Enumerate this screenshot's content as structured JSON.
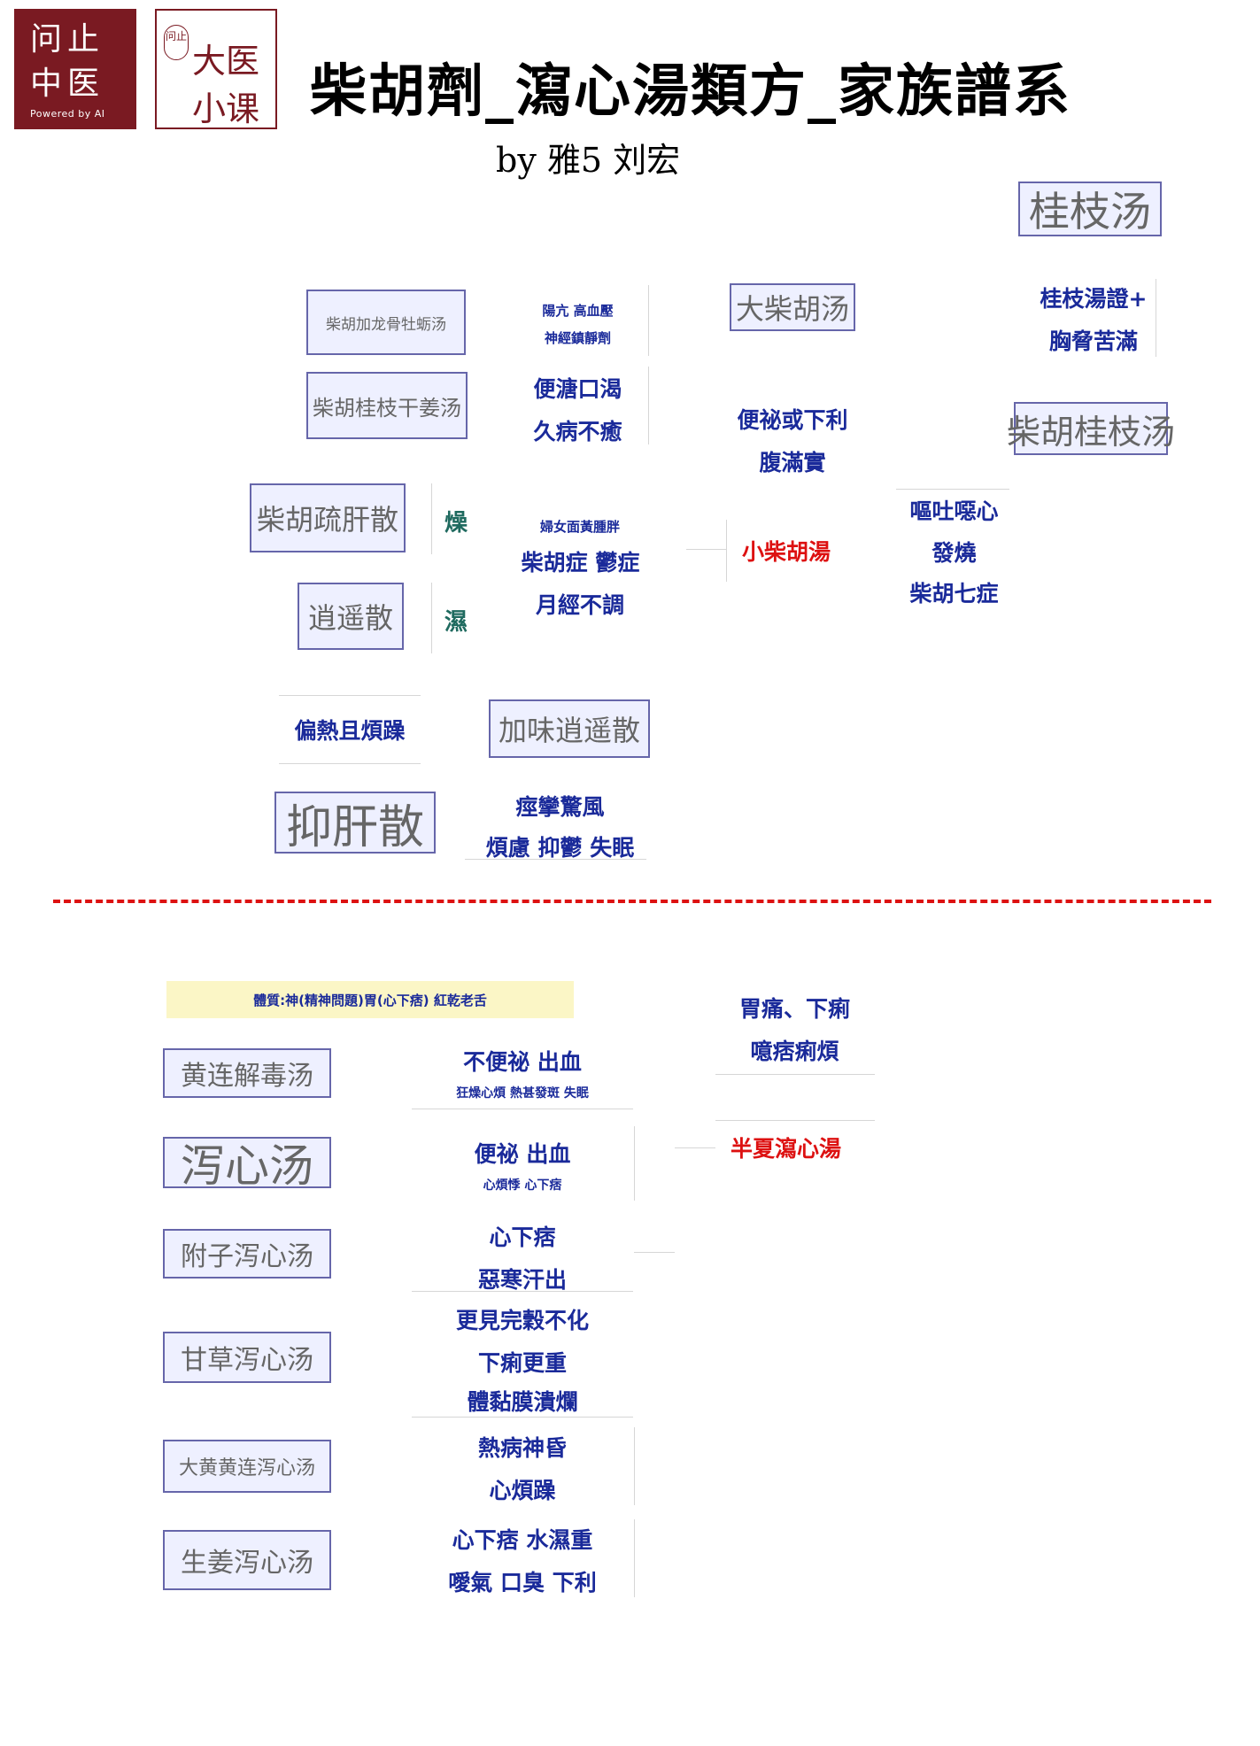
{
  "header": {
    "logo_left": {
      "line1": "问止",
      "line2": "中医",
      "tagline": "Powered by AI"
    },
    "logo_right": {
      "seal": "问止",
      "line1": "大医",
      "line2": "小课"
    },
    "title": "柴胡劑_瀉心湯類方_家族譜系",
    "byline": "by 雅5 刘宏"
  },
  "upper": {
    "guizhi_tang": "桂枝汤",
    "guizhi_tang_zheng": "桂枝湯證+",
    "xiong_xie_ku_man": "胸脅苦滿",
    "chaihu_guizhi_tang": "柴胡桂枝汤",
    "da_chaihu_tang": "大柴胡汤",
    "da_chaihu_sym1": "便祕或下利",
    "da_chaihu_sym2": "腹滿實",
    "xiao_chaihu_tang": "小柴胡湯",
    "xiao_sym1": "嘔吐噁心",
    "xiao_sym2": "發燒",
    "xiao_sym3": "柴胡七症",
    "longgu_muli": "柴胡加龙骨牡蛎汤",
    "longgu_sym1": "陽亢  高血壓",
    "longgu_sym2": "神經鎮靜劑",
    "guizhi_ganjiang": "柴胡桂枝干姜汤",
    "ganjiang_sym1": "便溏口渴",
    "ganjiang_sym2": "久病不癒",
    "shugan_san": "柴胡疏肝散",
    "zao": "燥",
    "xiaoyao_san": "逍遥散",
    "shi": "濕",
    "women_sym1": "婦女面黃腫胖",
    "women_sym2": "柴胡症 鬱症",
    "women_sym3": "月經不調",
    "pian_re": "偏熱且煩躁",
    "jiawei_xiaoyao": "加味逍遥散",
    "yigan_san": "抑肝散",
    "yigan_sym1": "痙攣驚風",
    "yigan_sym2": "煩慮 抑鬱 失眠"
  },
  "lower": {
    "constitution": "體質:神(精神問題)胃(心下痞) 紅乾老舌",
    "banxia_sym1": "胃痛、下痢",
    "banxia_sym2": "噫痞痢煩",
    "banxia_xiexin": "半夏瀉心湯",
    "huanglian_jiedu": "黄连解毒汤",
    "hl_sym1": "不便祕  出血",
    "hl_sym2": "狂燥心煩 熱甚發斑 失眠",
    "xiexin_tang": "泻心汤",
    "xx_sym1": "便祕 出血",
    "xx_sym2": "心煩悸 心下痞",
    "fuzi_xiexin": "附子泻心汤",
    "fz_sym1": "心下痞",
    "fz_sym2": "惡寒汗出",
    "gancao_xiexin": "甘草泻心汤",
    "gc_sym1": "更見完穀不化",
    "gc_sym2": "下痢更重",
    "gc_sym3": "體黏膜潰爛",
    "dahuang_huanglian": "大黄黄连泻心汤",
    "dh_sym1": "熱病神昏",
    "dh_sym2": "心煩躁",
    "shengjiang_xiexin": "生姜泻心汤",
    "sj_sym1": "心下痞 水濕重",
    "sj_sym2": "噯氣 口臭 下利"
  },
  "colors": {
    "brand": "#7a1a22",
    "box_border": "#6666aa",
    "box_fill": "#eef0ff",
    "symptom": "#1a2a9a",
    "highlight": "#dd1111",
    "nature": "#1f6a5f"
  }
}
